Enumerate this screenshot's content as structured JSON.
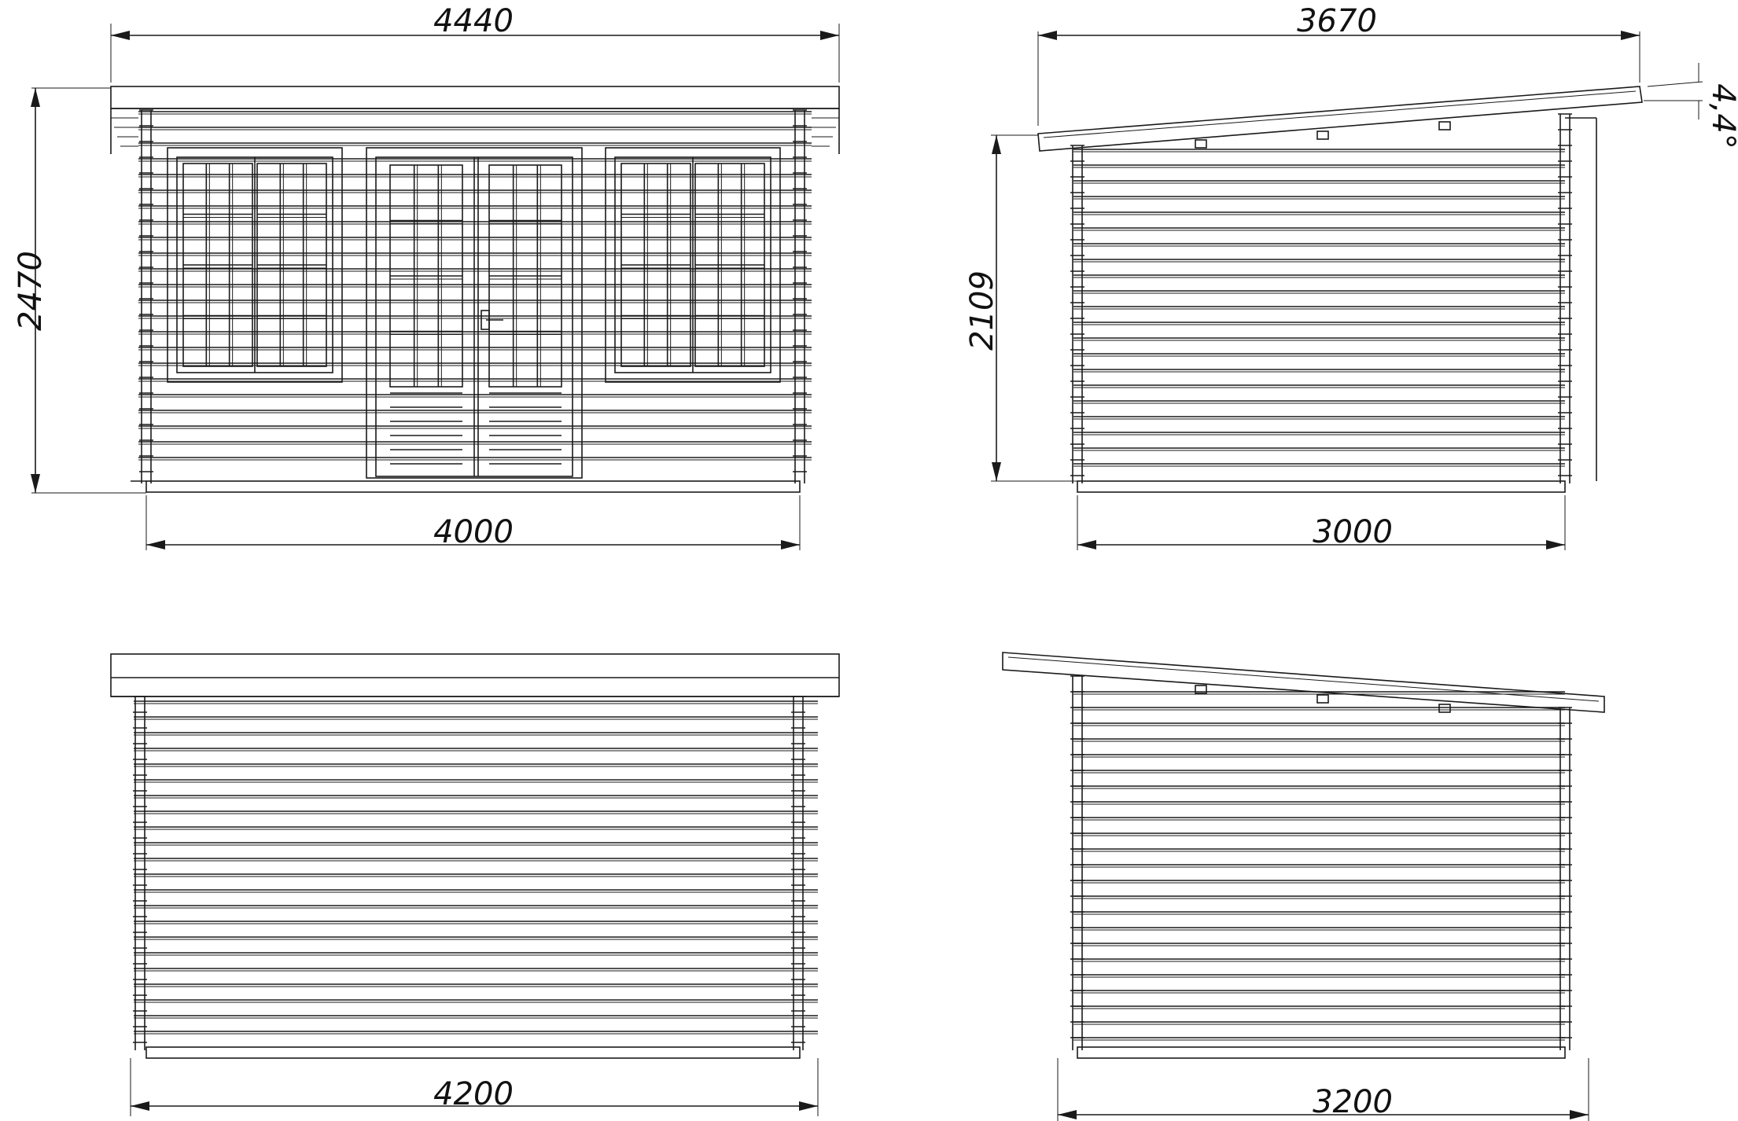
{
  "colors": {
    "line": "#1a1a1a",
    "background": "#ffffff"
  },
  "dimensions": {
    "front_roof_width": "4440",
    "front_height": "2470",
    "front_wall_width": "4000",
    "side_roof_length": "3670",
    "roof_pitch": "4,4°",
    "side_height": "2109",
    "side_wall_width": "3000",
    "back_wall_width": "4200",
    "side_base_width": "3200"
  }
}
